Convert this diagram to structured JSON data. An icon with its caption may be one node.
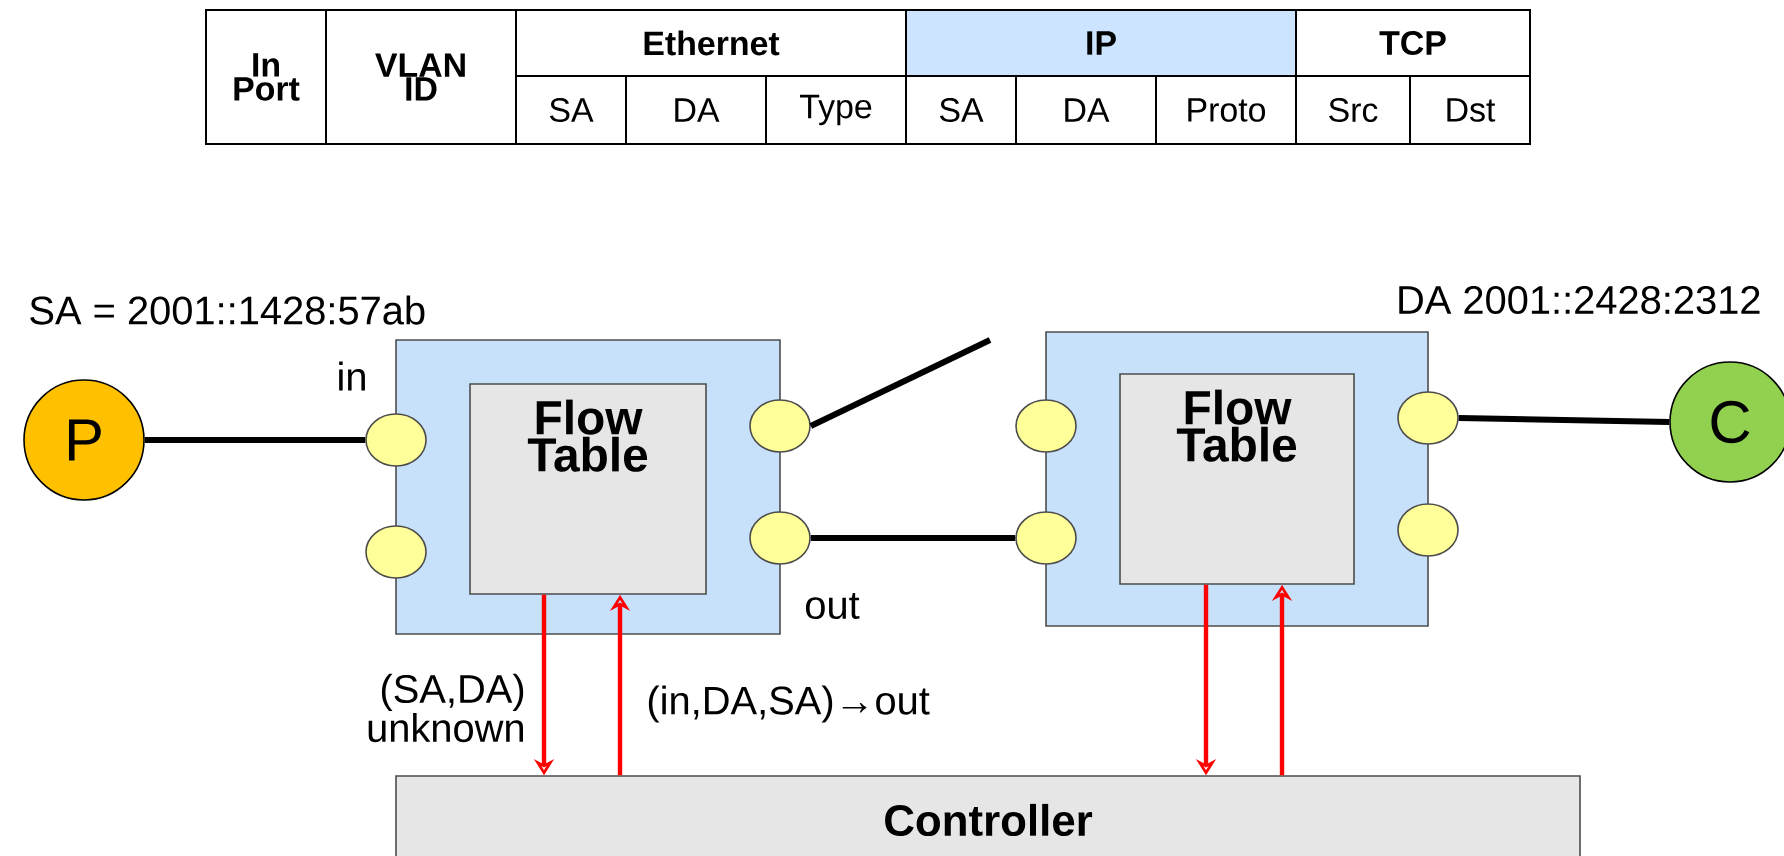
{
  "diagram": {
    "nodes": [
      {
        "text": [
          "P"
        ]
      },
      {
        "text": [],
        "shape": "box"
      },
      {
        "text": [
          "Flow Table"
        ],
        "in": 1
      },
      {
        "text": [],
        "shape": "circle",
        "beside": [
          "in"
        ]
      },
      {
        "text": [],
        "shape": "circle"
      },
      {
        "text": [],
        "shape": "circle"
      },
      {
        "text": [],
        "shape": "circle",
        "beside": [
          "out"
        ]
      },
      {
        "text": [],
        "shape": "box"
      },
      {
        "text": [
          "Flow Table"
        ],
        "in": 7
      },
      {
        "text": [],
        "shape": "circle"
      },
      {
        "text": [],
        "shape": "circle"
      },
      {
        "text": [],
        "shape": "circle"
      },
      {
        "text": [],
        "shape": "circle"
      },
      {
        "text": [
          "C"
        ]
      },
      {
        "text": [
          "Controller"
        ]
      }
    ],
    "edges": [
      {
        "from": 0,
        "to": 3,
        "arrow": "none"
      },
      {
        "from": 5,
        "to": null,
        "arrow": "none"
      },
      {
        "from": 6,
        "to": 10,
        "arrow": "none"
      },
      {
        "from": 11,
        "to": 13,
        "arrow": "none"
      },
      {
        "from": 2,
        "to": 14,
        "arrow": "to",
        "color": "#ff0000",
        "label": "(SA,DA) unknown"
      },
      {
        "from": 14,
        "to": 2,
        "arrow": "to",
        "color": "#ff0000",
        "label": "(in,DA,SA)→out"
      },
      {
        "from": 8,
        "to": 14,
        "arrow": "to",
        "color": "#ff0000"
      },
      {
        "from": 14,
        "to": 8,
        "arrow": "to",
        "color": "#ff0000"
      }
    ],
    "labels": [
      "In Port",
      "VLAN ID",
      "Ethernet",
      "IP",
      "TCP",
      "SA",
      "DA",
      "Type",
      "SA",
      "DA",
      "Proto",
      "Src",
      "Dst",
      "SA = 2001::1428:57ab",
      "DA 2001::2428:2312"
    ]
  }
}
